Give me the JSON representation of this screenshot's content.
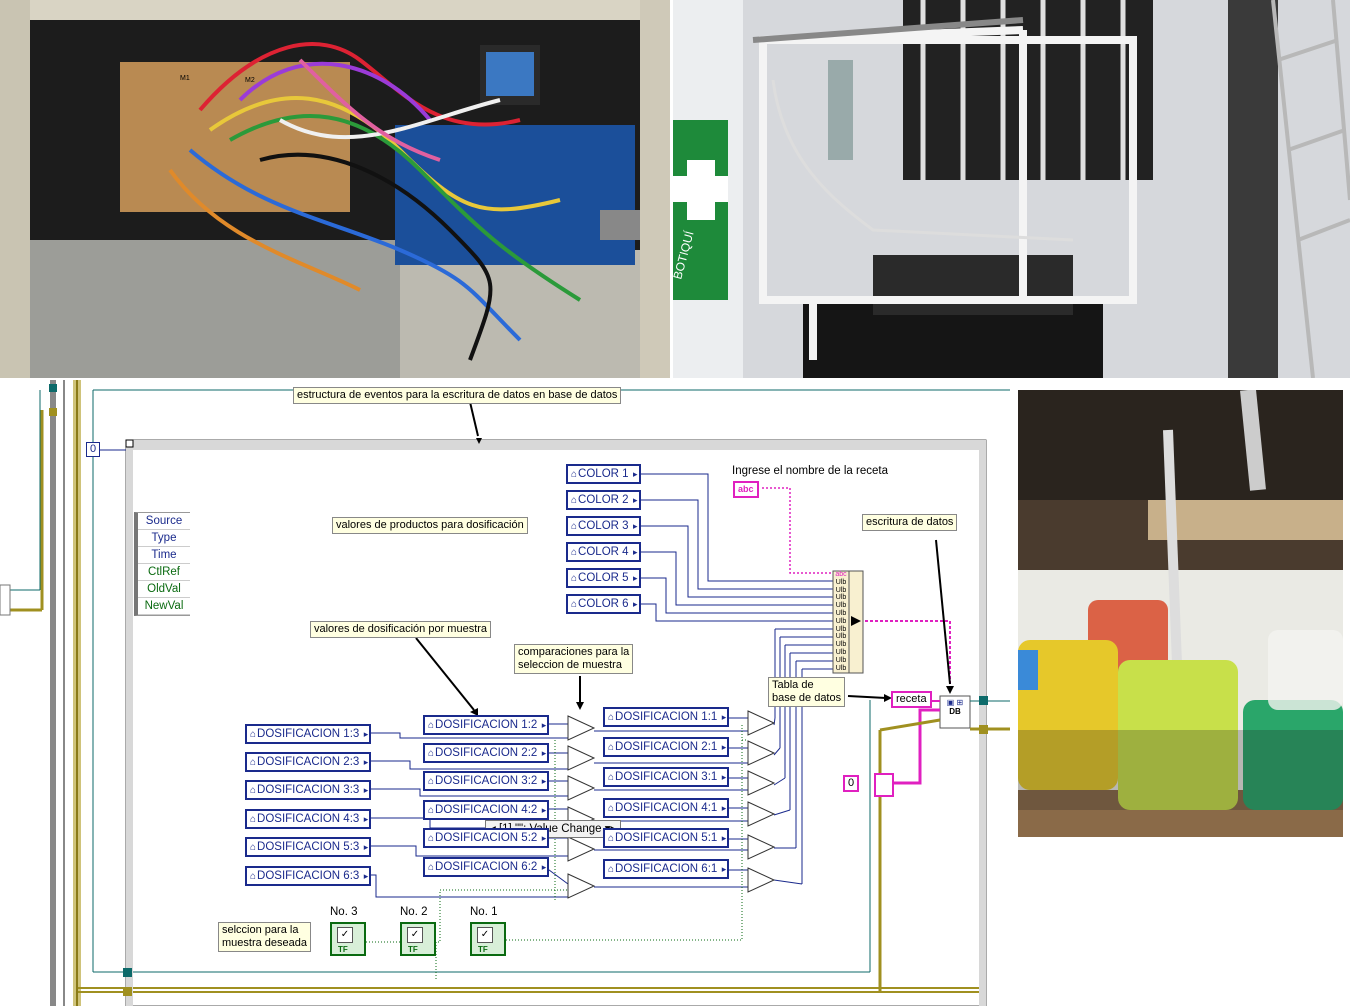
{
  "photos": {
    "electronics": {
      "board_labels": [
        "M1",
        "M2"
      ]
    },
    "frame": {
      "sign_text": "BOTIQUÍ"
    },
    "jars": {
      "colors": [
        "#d84a2a",
        "#c8e04a",
        "#e6c82a",
        "#2aa66a",
        "#3a8ad8"
      ]
    }
  },
  "diagram": {
    "header_label": "estructura de eventos para la escritura de datos en base de datos",
    "event_case": "[1] \"\": Value Change",
    "iteration_const": "0",
    "event_data_node": [
      "Source",
      "Type",
      "Time",
      "CtlRef",
      "OldVal",
      "NewVal"
    ],
    "colors": [
      "COLOR 1",
      "COLOR 2",
      "COLOR 3",
      "COLOR 4",
      "COLOR 5",
      "COLOR 6"
    ],
    "recipe_prompt": "Ingrese el nombre  de la receta",
    "string_const": "abc",
    "label_products": "valores de productos para dosificación",
    "label_write": "escritura de datos",
    "label_dosing": "valores de dosificación por muestra",
    "label_compare": "comparaciones para la\nseleccion de muestra",
    "label_table": "Tabla de\nbase de datos",
    "table_name": "receta",
    "index_const": "0",
    "dos3": [
      "DOSIFICACION 1:3",
      "DOSIFICACION 2:3",
      "DOSIFICACION 3:3",
      "DOSIFICACION 4:3",
      "DOSIFICACION 5:3",
      "DOSIFICACION 6:3"
    ],
    "dos2": [
      "DOSIFICACION 1:2",
      "DOSIFICACION 2:2",
      "DOSIFICACION 3:2",
      "DOSIFICACION 4:2",
      "DOSIFICACION 5:2",
      "DOSIFICACION 6:2"
    ],
    "dos1": [
      "DOSIFICACION 1:1",
      "DOSIFICACION 2:1",
      "DOSIFICACION 3:1",
      "DOSIFICACION 4:1",
      "DOSIFICACION 5:1",
      "DOSIFICACION 6:1"
    ],
    "build_types": [
      "abc",
      "Ulb",
      "Ulb",
      "Ulb",
      "Ulb",
      "Ulb",
      "Ulb",
      "Ulb",
      "Ulb",
      "Ulb",
      "Ulb",
      "Ulb",
      "Ulb"
    ],
    "label_select": "selccion para la\nmuestra deseada",
    "selectors": [
      "No. 3",
      "No. 2",
      "No. 1"
    ],
    "tf": "TF",
    "db_icon": "DB"
  }
}
